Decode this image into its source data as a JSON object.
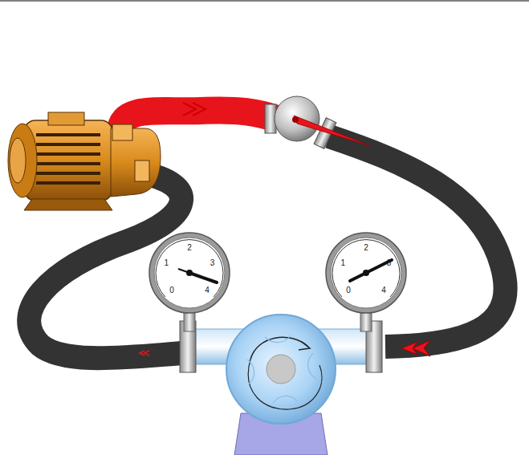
{
  "diagram": {
    "labels": [
      "0",
      "1",
      "2",
      "3",
      "4",
      "0",
      "1",
      "2",
      "3",
      "4"
    ]
  }
}
